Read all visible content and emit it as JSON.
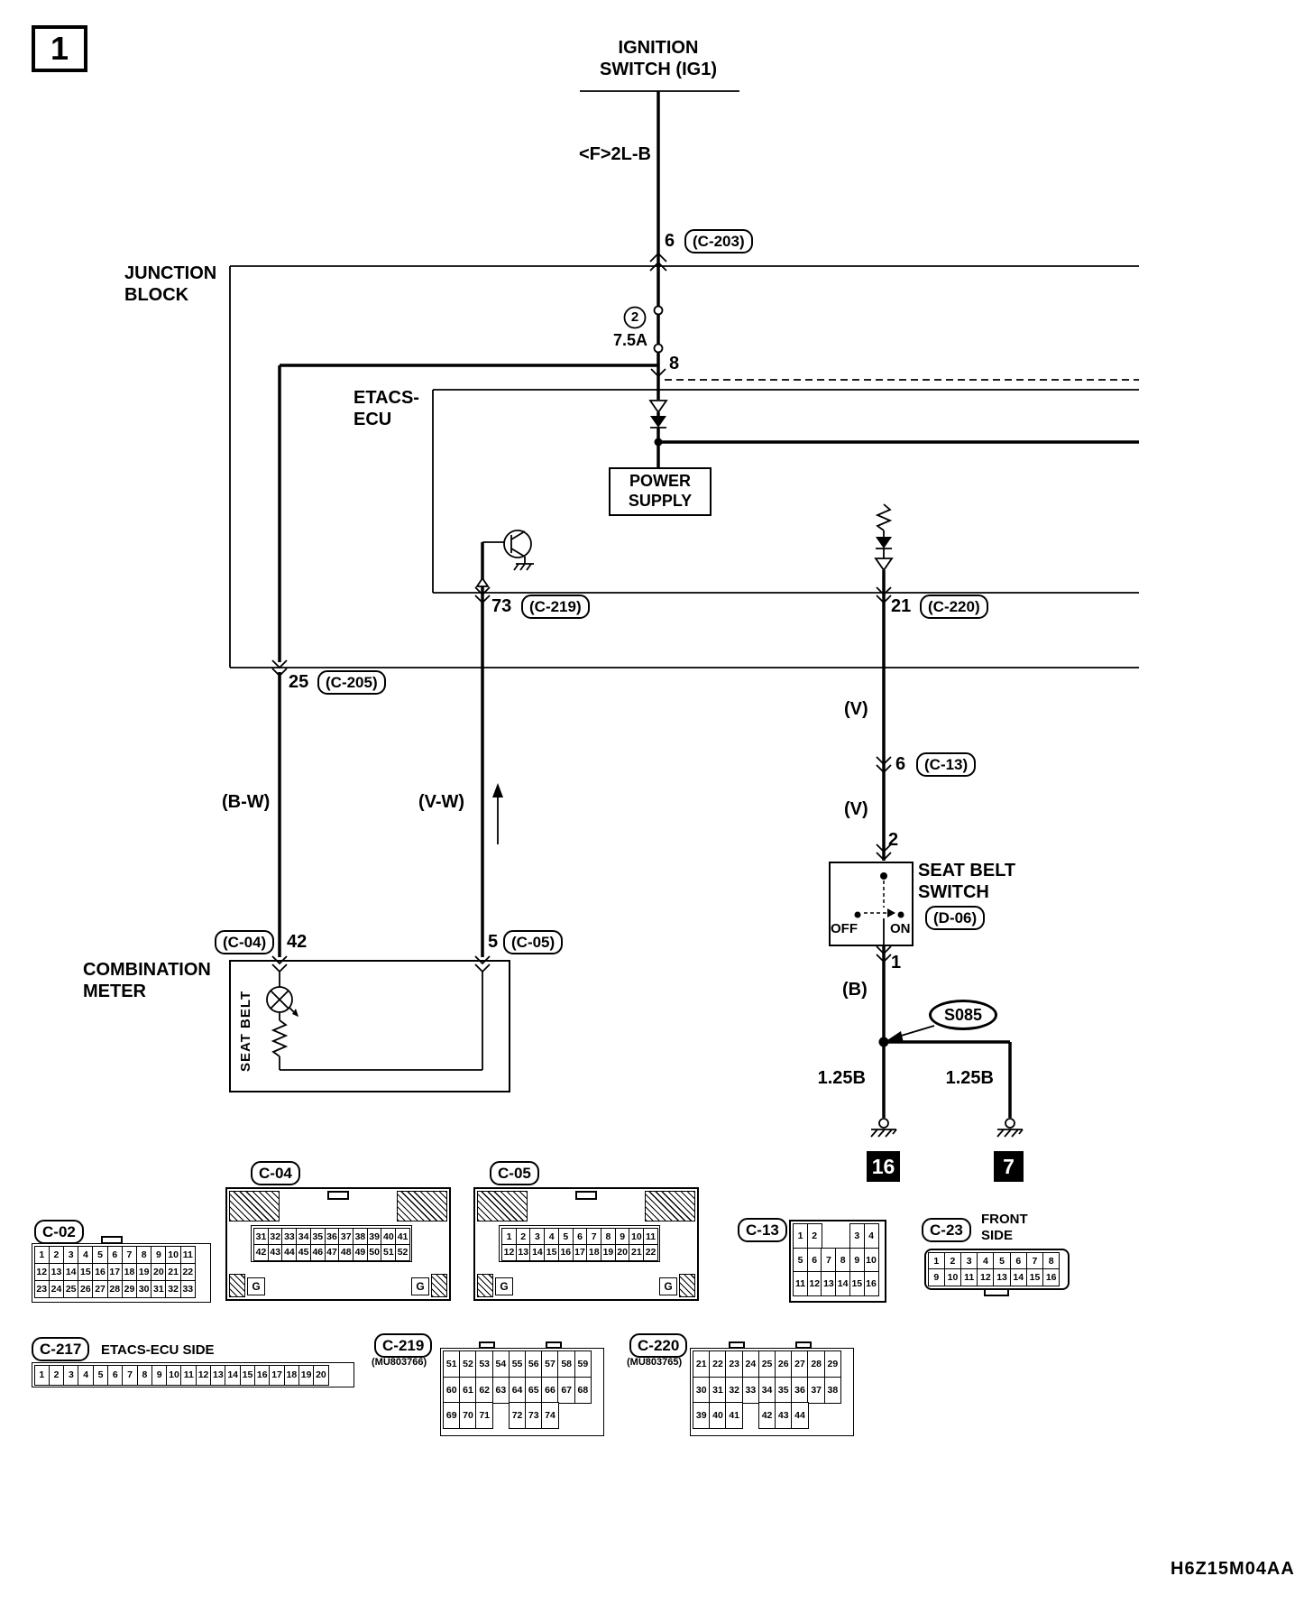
{
  "page": {
    "number": "1",
    "doc_code": "H6Z15M04AA"
  },
  "ignition": {
    "line1": "IGNITION",
    "line2": "SWITCH (IG1)",
    "wire_code": "<F>2L-B",
    "pin": "6",
    "connector": "(C-203)"
  },
  "junction_block": {
    "line1": "JUNCTION",
    "line2": "BLOCK",
    "fuse_no": "2",
    "fuse_rating": "7.5A",
    "out_pin": "8"
  },
  "etacs": {
    "line1": "ETACS-",
    "line2": "ECU",
    "power_line1": "POWER",
    "power_line2": "SUPPLY",
    "left_pin": "73",
    "left_connector": "(C-219)",
    "right_pin": "21",
    "right_connector": "(C-220)"
  },
  "branch_left": {
    "jb_pin": "25",
    "jb_connector": "(C-205)",
    "wire_color": "(B-W)",
    "meter_connector": "(C-04)",
    "meter_pin": "42"
  },
  "branch_mid": {
    "wire_color": "(V-W)",
    "meter_pin": "5",
    "meter_connector": "(C-05)"
  },
  "branch_right": {
    "wire_color_upper": "(V)",
    "c13_pin": "6",
    "c13_connector": "(C-13)",
    "wire_color_lower": "(V)",
    "switch_in_pin": "2",
    "switch_line1": "SEAT BELT",
    "switch_line2": "SWITCH",
    "switch_connector": "(D-06)",
    "off_label": "OFF",
    "on_label": "ON",
    "switch_out_pin": "1",
    "wire_color_ground": "(B)",
    "splice": "S085",
    "ground_left_size": "1.25B",
    "ground_right_size": "1.25B",
    "ground_left_no": "16",
    "ground_right_no": "7"
  },
  "meter": {
    "line1": "COMBINATION",
    "line2": "METER",
    "lamp_label": "SEAT BELT"
  },
  "connectors": {
    "c02": {
      "label": "C-02",
      "rows": [
        [
          "1",
          "2",
          "3",
          "4",
          "5",
          "6",
          "7",
          "8",
          "9",
          "10",
          "11"
        ],
        [
          "12",
          "13",
          "14",
          "15",
          "16",
          "17",
          "18",
          "19",
          "20",
          "21",
          "22"
        ],
        [
          "23",
          "24",
          "25",
          "26",
          "27",
          "28",
          "29",
          "30",
          "31",
          "32",
          "33"
        ]
      ]
    },
    "c04": {
      "label": "C-04",
      "g_left": "G",
      "g_right": "G",
      "rows": [
        [
          "31",
          "32",
          "33",
          "34",
          "35",
          "36",
          "37",
          "38",
          "39",
          "40",
          "41"
        ],
        [
          "42",
          "43",
          "44",
          "45",
          "46",
          "47",
          "48",
          "49",
          "50",
          "51",
          "52"
        ]
      ]
    },
    "c05": {
      "label": "C-05",
      "g_left": "G",
      "g_right": "G",
      "rows": [
        [
          "1",
          "2",
          "3",
          "4",
          "5",
          "6",
          "7",
          "8",
          "9",
          "10",
          "11"
        ],
        [
          "12",
          "13",
          "14",
          "15",
          "16",
          "17",
          "18",
          "19",
          "20",
          "21",
          "22"
        ]
      ]
    },
    "c13": {
      "label": "C-13",
      "rows": [
        [
          "1",
          "2",
          null,
          null,
          "3",
          "4"
        ],
        [
          "5",
          "6",
          "7",
          "8",
          "9",
          "10"
        ],
        [
          "11",
          "12",
          "13",
          "14",
          "15",
          "16"
        ]
      ]
    },
    "c23": {
      "label": "C-23",
      "note_line1": "FRONT",
      "note_line2": "SIDE",
      "rows": [
        [
          "1",
          "2",
          "3",
          "4",
          "5",
          "6",
          "7",
          "8"
        ],
        [
          "9",
          "10",
          "11",
          "12",
          "13",
          "14",
          "15",
          "16"
        ]
      ]
    },
    "c217": {
      "label": "C-217",
      "note": "ETACS-ECU SIDE",
      "rows": [
        [
          "1",
          "2",
          "3",
          "4",
          "5",
          "6",
          "7",
          "8",
          "9",
          "10",
          "11",
          "12",
          "13",
          "14",
          "15",
          "16",
          "17",
          "18",
          "19",
          "20"
        ]
      ]
    },
    "c219": {
      "label": "C-219",
      "part_no": "(MU803766)",
      "rows": [
        [
          "51",
          "52",
          "53",
          "54",
          "55",
          "56",
          "57",
          "58",
          "59"
        ],
        [
          "60",
          "61",
          "62",
          "63",
          "64",
          "65",
          "66",
          "67",
          "68"
        ],
        [
          "69",
          "70",
          "71",
          null,
          "72",
          "73",
          "74",
          null,
          null
        ]
      ]
    },
    "c220": {
      "label": "C-220",
      "part_no": "(MU803765)",
      "rows": [
        [
          "21",
          "22",
          "23",
          "24",
          "25",
          "26",
          "27",
          "28",
          "29"
        ],
        [
          "30",
          "31",
          "32",
          "33",
          "34",
          "35",
          "36",
          "37",
          "38"
        ],
        [
          "39",
          "40",
          "41",
          null,
          "42",
          "43",
          "44",
          null,
          null
        ]
      ]
    }
  }
}
